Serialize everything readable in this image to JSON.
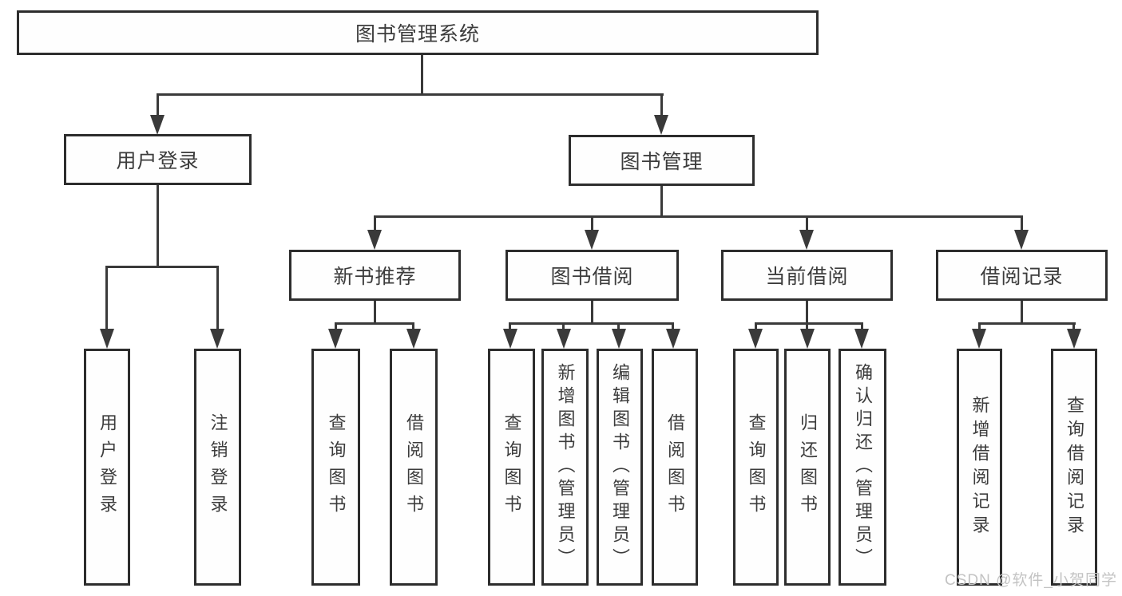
{
  "tree": {
    "root": {
      "label": "图书管理系统",
      "children": [
        {
          "label": "用户登录",
          "children": [
            {
              "label": "用户登录"
            },
            {
              "label": "注销登录"
            }
          ]
        },
        {
          "label": "图书管理",
          "children": [
            {
              "label": "新书推荐",
              "children": [
                {
                  "label": "查询图书"
                },
                {
                  "label": "借阅图书"
                }
              ]
            },
            {
              "label": "图书借阅",
              "children": [
                {
                  "label": "查询图书"
                },
                {
                  "label": "新增图书（管理员）"
                },
                {
                  "label": "编辑图书（管理员）"
                },
                {
                  "label": "借阅图书"
                }
              ]
            },
            {
              "label": "当前借阅",
              "children": [
                {
                  "label": "查询图书"
                },
                {
                  "label": "归还图书"
                },
                {
                  "label": "确认归还（管理员）"
                }
              ]
            },
            {
              "label": "借阅记录",
              "children": [
                {
                  "label": "新增借阅记录"
                },
                {
                  "label": "查询借阅记录"
                }
              ]
            }
          ]
        }
      ]
    }
  },
  "watermark": {
    "text": "CSDN @软件_小贺同学"
  },
  "colors": {
    "background": "#ffffff",
    "line": "#3a3a3a",
    "box_border": "#2d2d2d",
    "text": "#3c3c3c",
    "watermark": "#c3c3c3"
  }
}
